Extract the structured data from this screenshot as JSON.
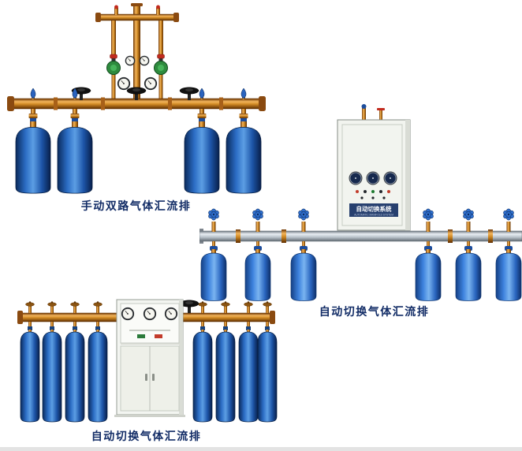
{
  "page": {
    "background": "#ffffff"
  },
  "products": [
    {
      "caption": "手动双路气体汇流排"
    },
    {
      "caption": "自动切换气体汇流排"
    },
    {
      "caption": "自动切换气体汇流排"
    }
  ],
  "cabinet": {
    "label": "自动切换系统",
    "sublabel": "AUTOMATIC MANIFOLD SYSTEM"
  },
  "colors": {
    "caption_text": "#122c66",
    "brass": "#d08a24",
    "cylinder_blue": "#2b6cc4",
    "cylinder_blue_bright": "#3d82de",
    "pipe_silver": "#b9c2ca",
    "cabinet_body": "#f2f4ef",
    "label_plate": "#27406f"
  }
}
